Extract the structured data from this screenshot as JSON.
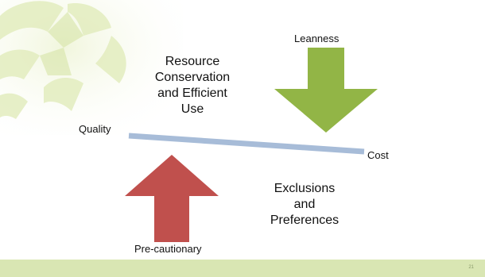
{
  "slide": {
    "slide_number": "21",
    "labels": {
      "leanness": "Leanness",
      "quality": "Quality",
      "cost": "Cost",
      "precautionary": "Pre-cautionary",
      "resource_lines": [
        "Resource",
        "Conservation",
        "and Efficient",
        "Use"
      ],
      "exclusions_lines": [
        "Exclusions",
        "and",
        "Preferences"
      ]
    }
  },
  "colors": {
    "arrow_down": "#92b546",
    "arrow_up": "#c0504d",
    "beam": "#a7bcd8",
    "footer": "#d9e6b3",
    "decoration": "#e6efc6"
  },
  "icons": {
    "down_arrow": "green-down-arrow-icon",
    "up_arrow": "red-up-arrow-icon"
  }
}
